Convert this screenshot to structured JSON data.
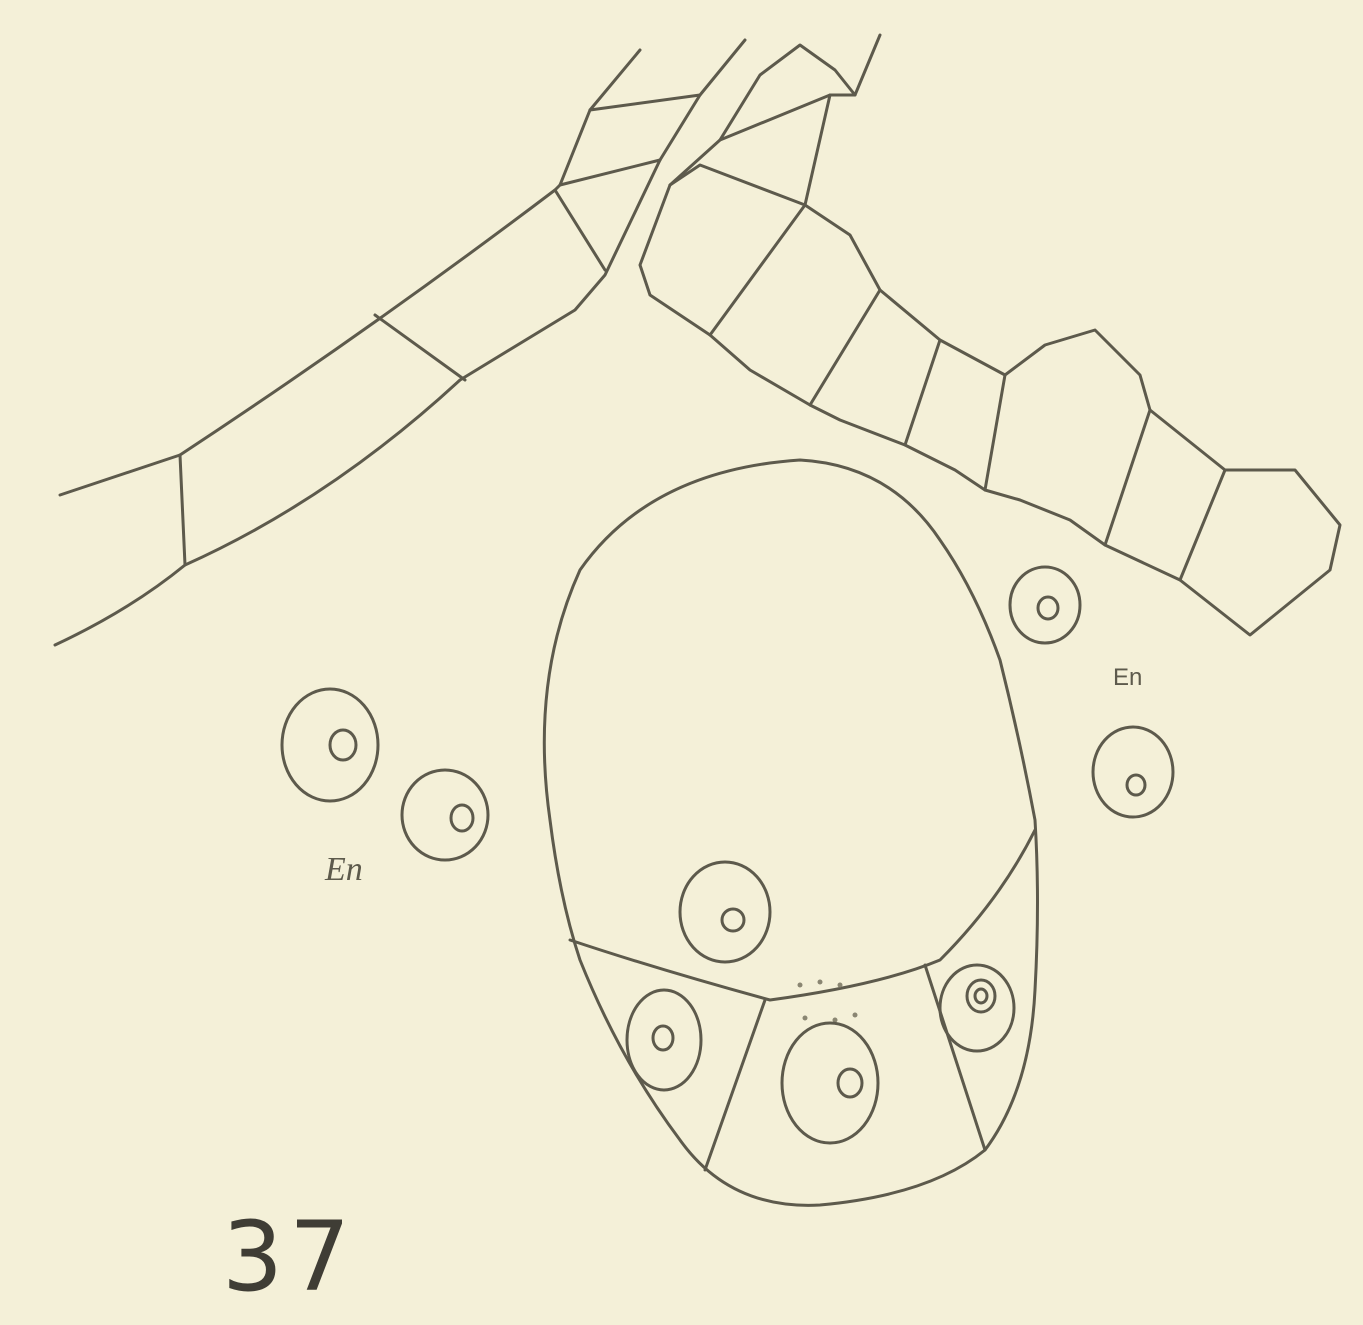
{
  "figure": {
    "number": "37",
    "labels": {
      "en_left": "En",
      "en_right": "En"
    },
    "colors": {
      "background": "#f4f0d8",
      "ink": "#5d5a4c"
    }
  }
}
